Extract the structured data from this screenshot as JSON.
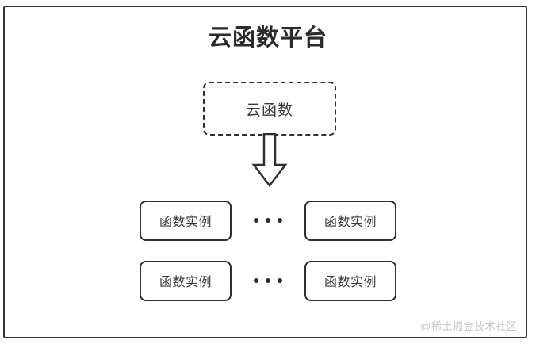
{
  "diagram": {
    "title": "云函数平台",
    "cloud_function": {
      "label": "云函数",
      "border_style": "dashed"
    },
    "arrow": {
      "icon": "down-block-arrow",
      "direction": "down"
    },
    "instance_rows": [
      {
        "left_label": "函数实例",
        "ellipsis": "•••",
        "right_label": "函数实例"
      },
      {
        "left_label": "函数实例",
        "ellipsis": "•••",
        "right_label": "函数实例"
      }
    ],
    "watermark": "@稀土掘金技术社区",
    "colors": {
      "stroke": "#2f2f2f",
      "frame": "#343434",
      "text": "#3a3a3a",
      "title": "#2b2b2b",
      "background": "#ffffff",
      "watermark": "#c6c6c6"
    }
  }
}
